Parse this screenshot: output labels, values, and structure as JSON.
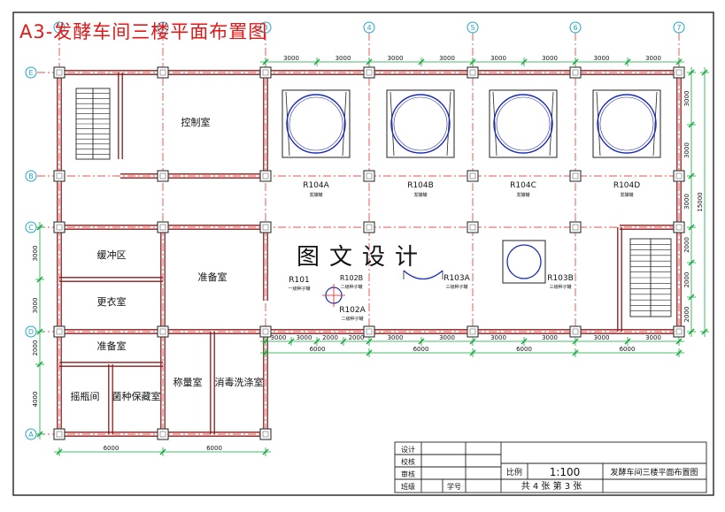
{
  "sheet": {
    "title": "A3-发酵车间三楼平面布置图",
    "watermark": "图文设计"
  },
  "colors": {
    "wall": "#8b1a1a",
    "axis": "#e01818",
    "dimension": "#0fa83a",
    "bubble": "#22a6c8",
    "tank": "#1a2bb8",
    "text": "#111111",
    "title": "#e01818"
  },
  "axes": {
    "vertical": [
      "1",
      "2",
      "3",
      "4",
      "5",
      "6",
      "7"
    ],
    "horizontal": [
      "A",
      "B",
      "C",
      "D",
      "E"
    ]
  },
  "dimensions": {
    "top": [
      "3000",
      "3000",
      "3000",
      "3000",
      "3000",
      "3000",
      "3000",
      "3000"
    ],
    "middle_small": [
      "3000",
      "3000",
      "2000",
      "2000",
      "3000",
      "3000",
      "3000",
      "3000",
      "3000",
      "3000"
    ],
    "middle_large": [
      "6000",
      "6000",
      "6000",
      "6000"
    ],
    "bottom": [
      "6000",
      "6000"
    ],
    "left": [
      "3000",
      "3000",
      "2000",
      "4000"
    ],
    "right": [
      "3000",
      "3000",
      "3000",
      "2000",
      "2000",
      "2000"
    ],
    "right_total": "15000"
  },
  "rooms": {
    "control": "控制室",
    "buffer": "缓冲区",
    "changing": "更衣室",
    "prep_large": "准备室",
    "prep_small": "准备室",
    "weighing": "称量室",
    "disinfect": "消毒洗涤室",
    "bottle": "摇瓶间",
    "strain": "菌种保藏室"
  },
  "equipment": {
    "r104a": {
      "tag": "R104A",
      "name": "发酵罐"
    },
    "r104b": {
      "tag": "R104B",
      "name": "发酵罐"
    },
    "r104c": {
      "tag": "R104C",
      "name": "发酵罐"
    },
    "r104d": {
      "tag": "R104D",
      "name": "发酵罐"
    },
    "r101": {
      "tag": "R101",
      "name": "一级种子罐"
    },
    "r102b": {
      "tag": "R102B",
      "name": "二级种子罐"
    },
    "r102a": {
      "tag": "R102A",
      "name": "二级种子罐"
    },
    "r103a": {
      "tag": "R103A",
      "name": "三级种子罐"
    },
    "r103b": {
      "tag": "R103B",
      "name": "三级种子罐"
    }
  },
  "title_block": {
    "rows": [
      "设计",
      "校核",
      "审核",
      "班级"
    ],
    "student_no": "学号",
    "scale_label": "比例",
    "scale_value": "1:100",
    "sheet_count": "共 4 张 第 3 张",
    "drawing_name": "发酵车间三楼平面布置图"
  }
}
